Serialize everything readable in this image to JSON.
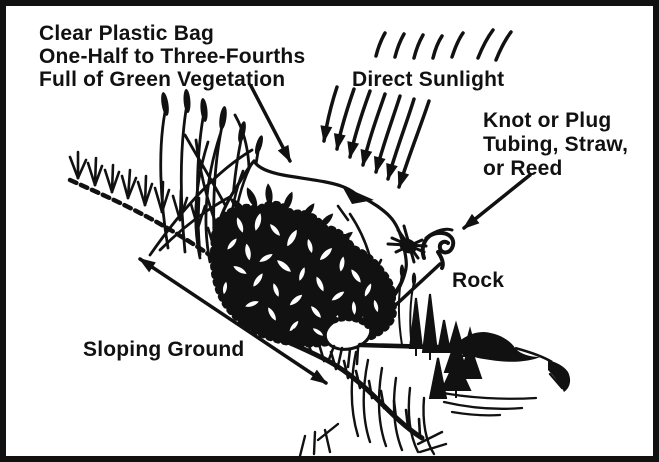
{
  "colors": {
    "ink": "#111111",
    "paper": "#ffffff"
  },
  "labels": {
    "bag": [
      "Clear Plastic Bag",
      "One-Half to Three-Fourths",
      "Full of Green Vegetation"
    ],
    "sunlight": "Direct Sunlight",
    "knot": [
      "Knot or Plug",
      "Tubing, Straw,",
      "or Reed"
    ],
    "rock": "Rock",
    "slope": "Sloping Ground"
  },
  "icons": {
    "sun_rays": "sun-ray-hatch-marks",
    "ray_arrows": "sunlight-direction-arrows",
    "slope_arrow": "double-headed-slope-arrow"
  }
}
